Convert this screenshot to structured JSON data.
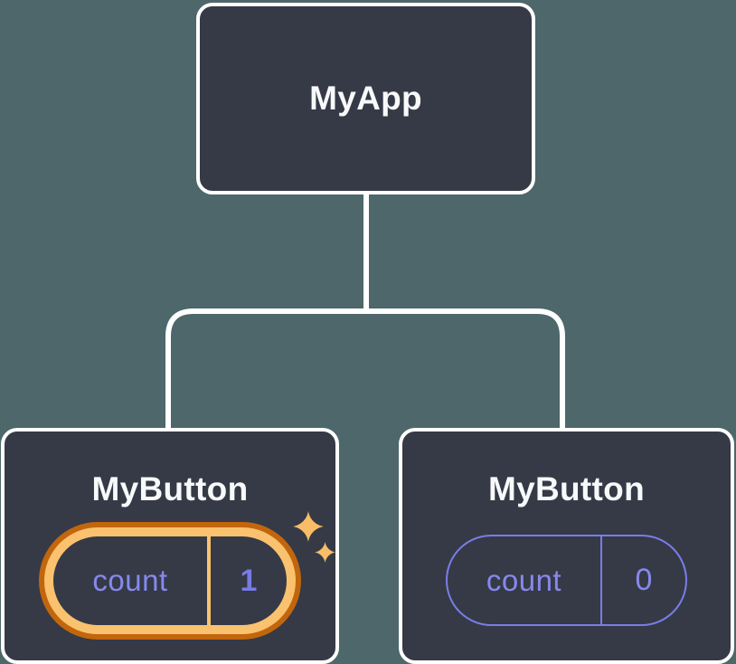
{
  "diagram": {
    "description_colors": {
      "background": "#4D676B",
      "node_background": "#353A46",
      "node_border": "#FFFFFF",
      "connector": "#FFFFFF",
      "state_purple": "#8689EC",
      "highlight_orange_outer": "#C2660D",
      "highlight_orange_inner": "#FAC26F",
      "sparkle": "#F9BD68"
    },
    "tree": {
      "root": {
        "label": "MyApp"
      },
      "children": [
        {
          "label": "MyButton",
          "highlighted": true,
          "state": {
            "name": "count",
            "value": "1"
          }
        },
        {
          "label": "MyButton",
          "highlighted": false,
          "state": {
            "name": "count",
            "value": "0"
          }
        }
      ]
    }
  }
}
